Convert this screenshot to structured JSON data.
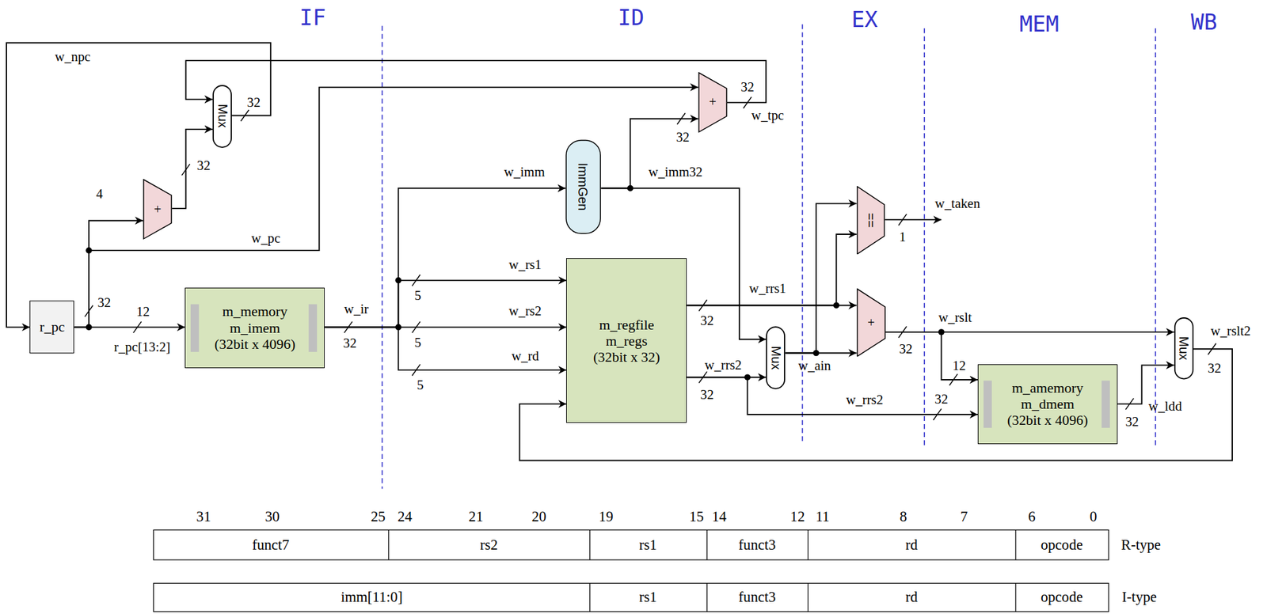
{
  "diagram": {
    "nodes": [
      {
        "text": [
          "Mux"
        ]
      },
      {
        "text": [
          "+"
        ]
      },
      {
        "text": [
          "r_pc"
        ]
      },
      {
        "text": [
          "m_memory",
          "m_imem",
          "(32bit x 4096)"
        ]
      },
      {
        "text": [
          "+"
        ]
      },
      {
        "text": [
          "ImmGen"
        ]
      },
      {
        "text": [
          "m_regfile",
          "m_regs",
          "(32bit x 32)"
        ]
      },
      {
        "text": [
          "=="
        ]
      },
      {
        "text": [
          "Mux"
        ]
      },
      {
        "text": [
          "+"
        ]
      },
      {
        "text": [
          "m_amemory",
          "m_dmem",
          "(32bit x 4096)"
        ]
      },
      {
        "text": [
          "Mux"
        ]
      }
    ],
    "edges": [
      {
        "from": 2,
        "to": 3,
        "arrow": "to"
      },
      {
        "from": 2,
        "to": 1,
        "arrow": "to"
      },
      {
        "from": 2,
        "to": 4,
        "arrow": "to"
      },
      {
        "from": 1,
        "to": 0,
        "arrow": "to"
      },
      {
        "from": 0,
        "to": 2,
        "arrow": "to"
      },
      {
        "from": 4,
        "to": 0,
        "arrow": "to"
      },
      {
        "from": 3,
        "to": 6,
        "arrow": "to"
      },
      {
        "from": 3,
        "to": 6,
        "arrow": "to"
      },
      {
        "from": 3,
        "to": 6,
        "arrow": "to"
      },
      {
        "from": 3,
        "to": 5,
        "arrow": "to"
      },
      {
        "from": 5,
        "to": 4,
        "arrow": "to"
      },
      {
        "from": 5,
        "to": 8,
        "arrow": "to"
      },
      {
        "from": 6,
        "to": 9,
        "arrow": "to"
      },
      {
        "from": 6,
        "to": 7,
        "arrow": "to"
      },
      {
        "from": 6,
        "to": 8,
        "arrow": "to"
      },
      {
        "from": 8,
        "to": 7,
        "arrow": "to"
      },
      {
        "from": 8,
        "to": 9,
        "arrow": "to"
      },
      {
        "from": 6,
        "to": 10,
        "arrow": "to"
      },
      {
        "from": 9,
        "to": 11,
        "arrow": "to"
      },
      {
        "from": 9,
        "to": 10,
        "arrow": "to"
      },
      {
        "from": 10,
        "to": 11,
        "arrow": "to"
      },
      {
        "from": 11,
        "to": 6,
        "arrow": "to"
      }
    ],
    "labels": [
      "IF",
      "ID",
      "EX",
      "MEM",
      "WB",
      "w_npc",
      "32",
      "32",
      "4",
      "w_pc",
      "32",
      "12",
      "r_pc[13:2]",
      "w_ir",
      "32",
      "w_imm",
      "w_imm32",
      "32",
      "w_tpc",
      "32",
      "w_rs1",
      "5",
      "w_rs2",
      "5",
      "w_rd",
      "5",
      "w_rrs1",
      "32",
      "w_rrs2",
      "32",
      "w_ain",
      "w_taken",
      "1",
      "w_rslt",
      "32",
      "12",
      "w_rrs2",
      "32",
      "w_ldd",
      "32",
      "w_rslt2",
      "32",
      "31",
      "30",
      "25",
      "24",
      "21",
      "20",
      "19",
      "15",
      "14",
      "12",
      "11",
      "8",
      "7",
      "6",
      "0",
      "funct7",
      "rs2",
      "rs1",
      "funct3",
      "rd",
      "opcode",
      "R-type",
      "imm[11:0]",
      "rs1",
      "funct3",
      "rd",
      "opcode",
      "I-type"
    ]
  }
}
